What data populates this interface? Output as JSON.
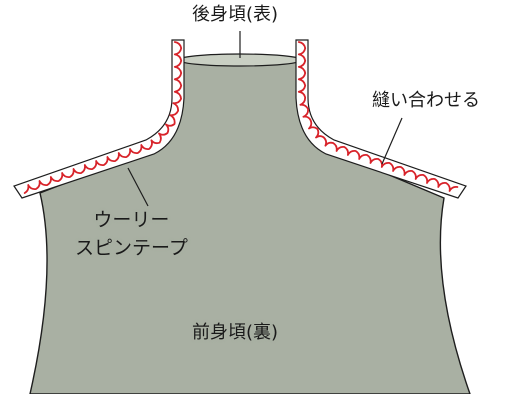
{
  "labels": {
    "back_body_outer": "後身頃(表)",
    "sew_together": "縫い合わせる",
    "woolly_spin_tape_line1": "ウーリー",
    "woolly_spin_tape_line2": "スピンテープ",
    "front_body_inner": "前身頃(裏)"
  },
  "colors": {
    "fabric_fill": "#a9b0a3",
    "fabric_stroke": "#1e1e1e",
    "collar_fill": "#c9cfc3",
    "stitch_red": "#d8232a",
    "binding_fill": "#ffffff"
  }
}
